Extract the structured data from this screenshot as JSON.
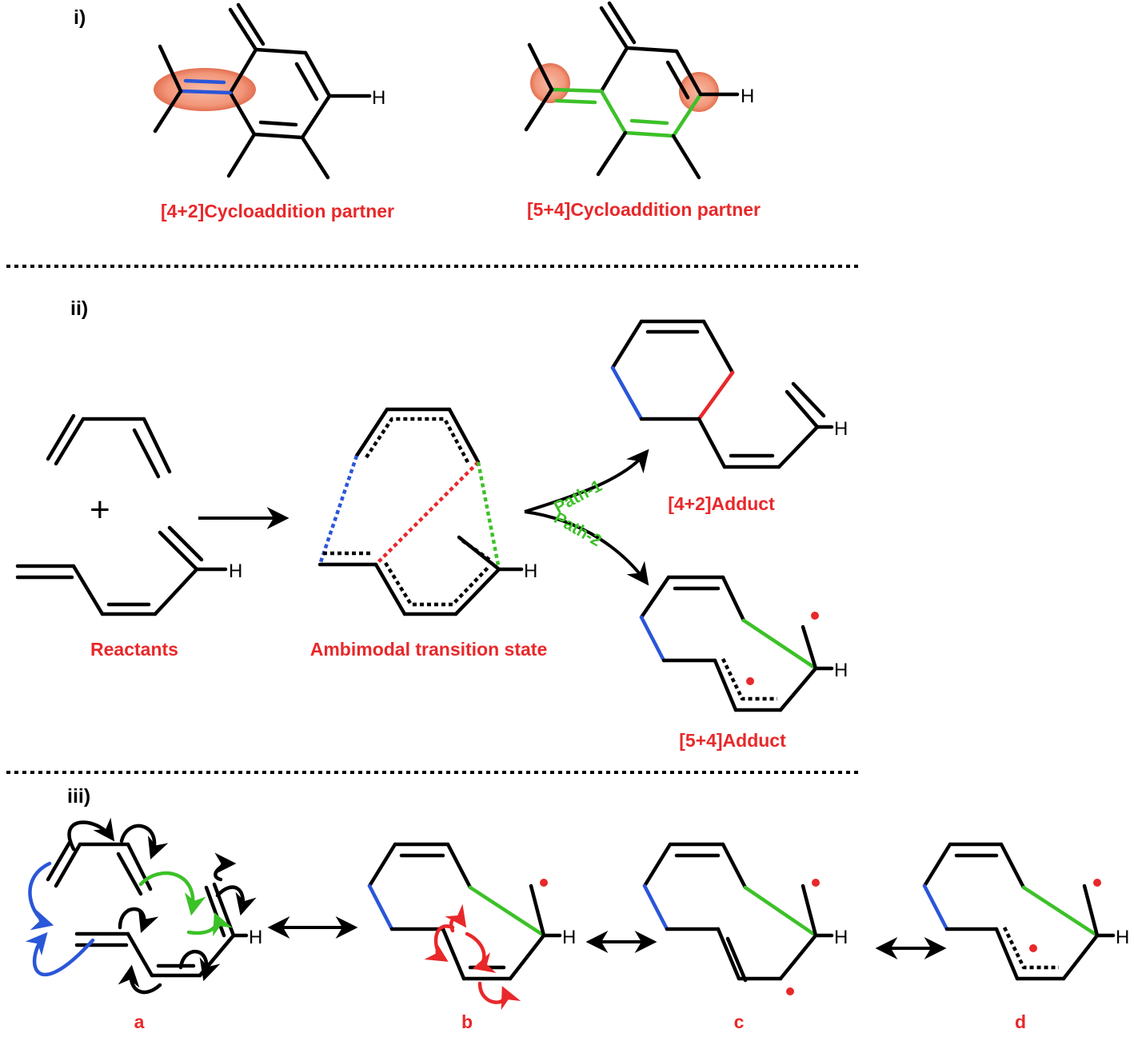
{
  "sections": {
    "i": "i)",
    "ii": "ii)",
    "iii": "iii)"
  },
  "part_i": {
    "partner_42": "[4+2]Cycloaddition partner",
    "partner_54": "[5+4]Cycloaddition partner"
  },
  "part_ii": {
    "reactants": "Reactants",
    "ts": "Ambimodal transition state",
    "path1": "Path-1",
    "path2": "Path-2",
    "adduct_42": "[4+2]Adduct",
    "adduct_54": "[5+4]Adduct"
  },
  "part_iii": {
    "a": "a",
    "b": "b",
    "c": "c",
    "d": "d"
  },
  "atoms": {
    "h": "H",
    "plus": "+"
  },
  "colors": {
    "caption": "#e8282a",
    "path_label": "#3cc128",
    "blue_bond": "#2a56d8",
    "red_bond": "#e8282a",
    "green_bond": "#3cc128",
    "highlight": "#f08a6a"
  }
}
